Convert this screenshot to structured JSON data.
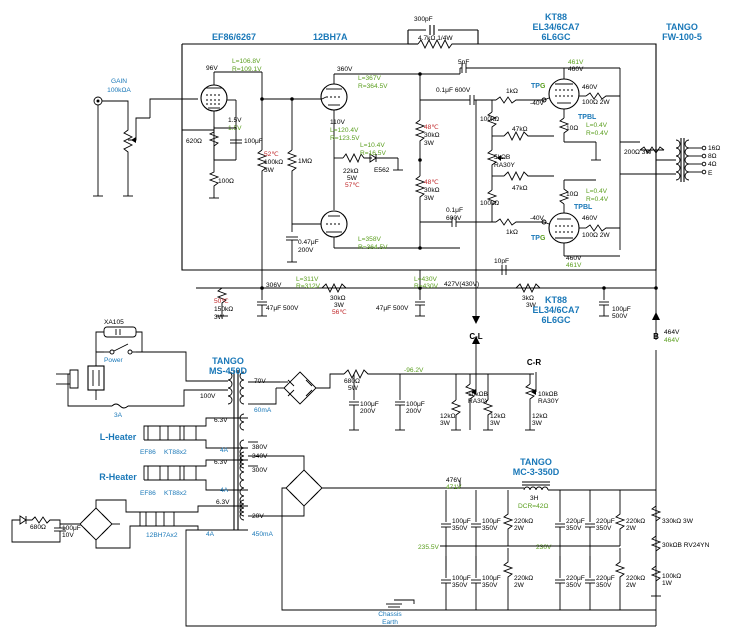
{
  "titles": {
    "ef86": "EF86/6267",
    "v12bh7a": "12BH7A",
    "kt88_top_1": "KT88",
    "kt88_top_2": "EL34/6CA7",
    "kt88_top_3": "6L6GC",
    "kt88_bot_1": "KT88",
    "kt88_bot_2": "EL34/6CA7",
    "kt88_bot_3": "6L6GC",
    "tango_out_1": "TANGO",
    "tango_out_2": "FW-100-5",
    "tango_pwr_1": "TANGO",
    "tango_pwr_2": "MS-450D",
    "tango_choke_1": "TANGO",
    "tango_choke_2": "MC-3-350D",
    "gain_1": "GAIN",
    "gain_2": "100kΩA",
    "l_heater": "L-Heater",
    "r_heater": "R-Heater",
    "power": "Power",
    "xa105": "XA105",
    "chassis_1": "Chassis",
    "chassis_2": "Earth",
    "cl": "C-L",
    "cr": "C-R",
    "b": "B"
  },
  "labels": {
    "c300p": "300pF",
    "r47k_14w": "4.7kΩ 1/4W",
    "v96": "96V",
    "ef86_l": "L=106.8V",
    "ef86_r": "R=109.1V",
    "v360": "360V",
    "v12_top_l": "L=367V",
    "v12_top_r": "R=364.5V",
    "c5p": "5pF",
    "c01_600_top": "0.1μF 600V",
    "r1k_top": "1kΩ",
    "tp_top": "TP",
    "tp_top_g": "G",
    "m40_top": "-40V",
    "v461_top": "461V",
    "v460_top": "460V",
    "v460_plate_top": "460V",
    "r100_2w_top": "100Ω 2W",
    "r10_top": "10Ω",
    "tpbl_top": "TPBL",
    "l04_top": "L=0.4V",
    "r04_top": "R=0.4V",
    "v110": "110V",
    "l1204": "L=120.4V",
    "r1235": "R=123.5V",
    "r100k_top": "100kΩ",
    "r47k_top": "47kΩ",
    "t48_top": "48℃",
    "r30k_top": "30kΩ",
    "r30k_top_w": "3W",
    "v15": "1.5V",
    "v15_g": "1.5V",
    "c100u": "100μF",
    "r620": "620Ω",
    "r100": "100Ω",
    "t52": "52℃",
    "r100k_3w": "100kΩ",
    "r100k_3w_w": "3W",
    "r1m": "1MΩ",
    "l104": "L=10.4V",
    "r165": "R=16.5V",
    "r22k": "22kΩ",
    "r22k_w": "5W",
    "t57": "57℃",
    "e562": "E562",
    "r5k": "5kΩB",
    "ra30y": "RA30Y",
    "r47k_bot": "47kΩ",
    "r10_bot": "10Ω",
    "l04_bot": "L=0.4V",
    "r04_bot": "R=0.4V",
    "tpbl_bot": "TPBL",
    "t48_bot": "48℃",
    "r30k_bot": "30kΩ",
    "r30k_bot_w": "3W",
    "r100k_bot": "100kΩ",
    "c01_bot": "0.1μF",
    "c01_bot_v": "600V",
    "r1k_bot": "1kΩ",
    "tp_bot": "TP",
    "tp_bot_g": "G",
    "m40_bot": "-40V",
    "v460_plate_bot": "460V",
    "r100_2w_bot": "100Ω 2W",
    "v460_bot": "460V",
    "v461_bot": "461V",
    "c047": "0.47μF",
    "c047_v": "200V",
    "l358": "L=358V",
    "r3645": "R=364.5V",
    "r200_3w": "200Ω 3W",
    "o16": "16Ω",
    "o8": "8Ω",
    "o4": "4Ω",
    "oe": "E",
    "c10p": "10pF",
    "v306": "306V",
    "l311": "L=311V",
    "r312": "R=312V",
    "l430": "L=430V",
    "r430": "R=430V",
    "v427": "427V(430V)",
    "t50": "50℃",
    "r150k": "150kΩ",
    "r150k_w": "3W",
    "c47_500_a": "47μF 500V",
    "r30k_mid": "30kΩ",
    "r30k_mid_w": "3W",
    "t56": "56℃",
    "c47_500_b": "47μF 500V",
    "r3k": "3kΩ",
    "r3k_w": "3W",
    "c100_500": "100μF",
    "c100_500_v": "500V",
    "v464": "464V",
    "v464_g": "464V",
    "v70": "70V",
    "ma60": "60mA",
    "v100": "100V",
    "a3": "3A",
    "r680_5w": "680Ω",
    "r680_5w_w": "5W",
    "v962": "-96.2V",
    "c100_200_a": "100μF",
    "c100_200_a_v": "200V",
    "c100_200_b": "100μF",
    "c100_200_b_v": "200V",
    "r10k_l": "10kΩB",
    "ra30y_l": "RA30Y",
    "r12k_l1": "12kΩ",
    "r12k_l1_w": "3W",
    "r12k_l2": "12kΩ",
    "r12k_l2_w": "3W",
    "r10k_r": "10kΩB",
    "ra30y_r": "RA30Y",
    "r12k_r": "12kΩ",
    "r12k_r_w": "3W",
    "v63_a": "6.3V",
    "ef86_h": "EF86",
    "kt88x2_a": "KT88x2",
    "a4_a": "4A",
    "v63_b": "6.3V",
    "ef86_h2": "EF86",
    "kt88x2_b": "KT88x2",
    "a4_b": "4A",
    "v63_c": "6.3V",
    "h12bh7": "12BH7Ax2",
    "a4_c": "4A",
    "v380": "380V",
    "v340": "340V",
    "v300": "300V",
    "v20": "20V",
    "ma450": "450mA",
    "r680": "680Ω",
    "c100_10": "100μF",
    "c100_10_v": "10V",
    "v476": "476V",
    "v471": "471V",
    "h3": "3H",
    "dcr42": "DCR=42Ω",
    "v2355": "235.5V",
    "v230": "230V",
    "f100_350": "100μF",
    "f350": "350V",
    "f220k": "220kΩ",
    "f2w": "2W",
    "f220_350": "220μF",
    "r330k": "330kΩ 3W",
    "r30kb": "30kΩB RV24YN",
    "r100k_1w": "100kΩ",
    "r100k_1w_w": "1W"
  }
}
